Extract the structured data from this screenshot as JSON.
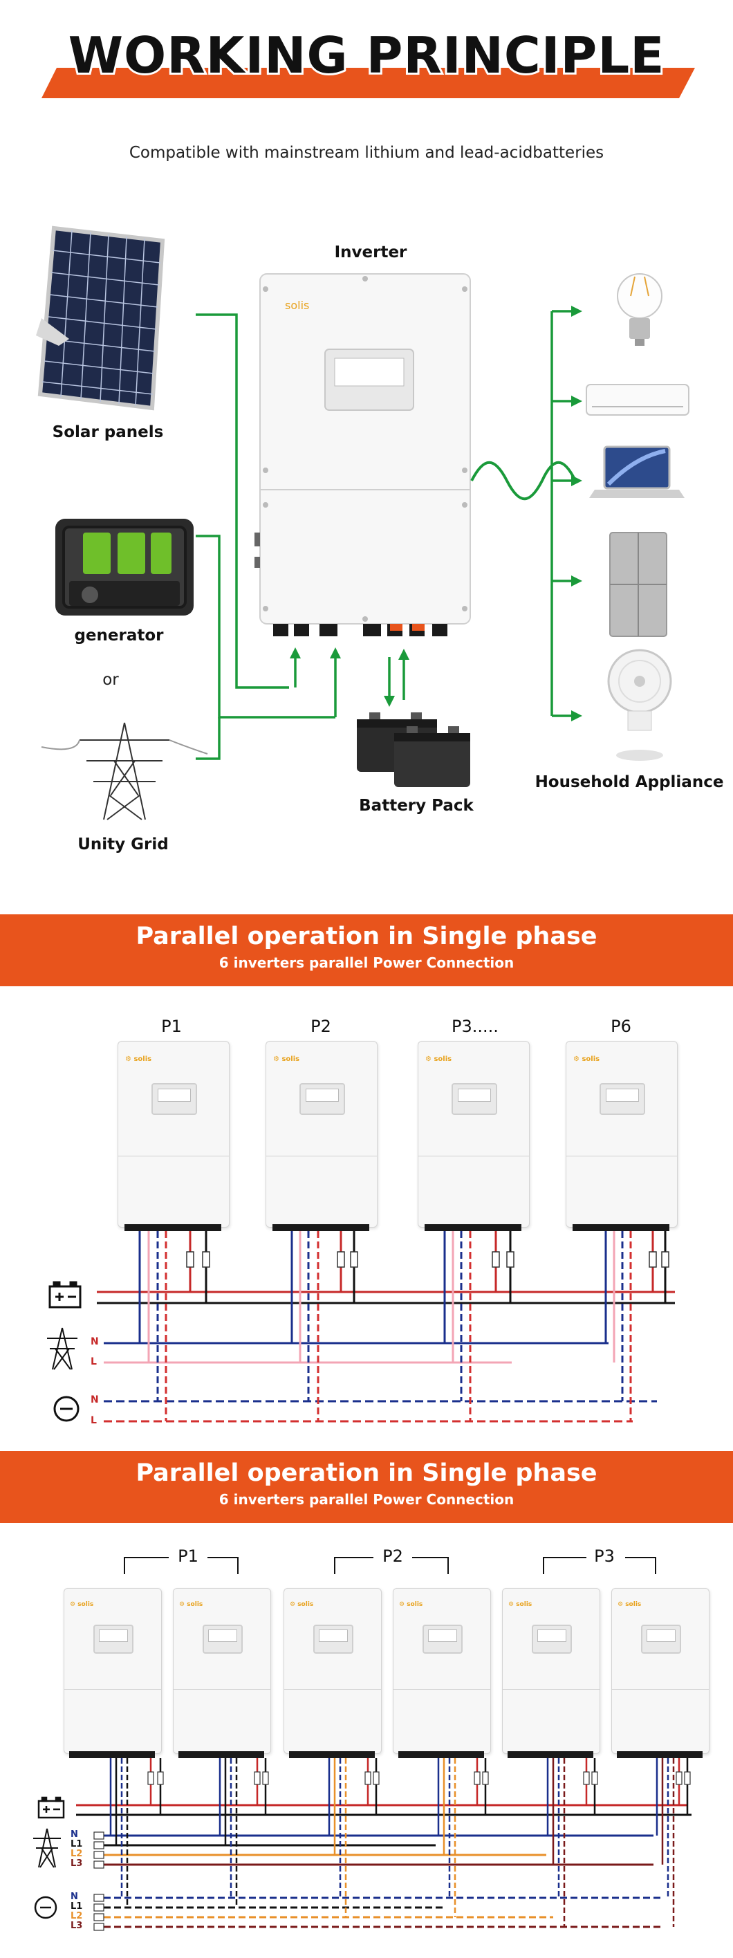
{
  "header": {
    "title": "WORKING PRINCIPLE",
    "subtitle": "Compatible with mainstream lithium and lead-acidbatteries"
  },
  "principle": {
    "inverter_label": "Inverter",
    "inverter_brand": "solis",
    "solar_label": "Solar panels",
    "generator_label": "generator",
    "or_label": "or",
    "grid_label": "Unity Grid",
    "battery_label": "Battery Pack",
    "appliance_label": "Household Appliance",
    "colors": {
      "flow": "#1a9a3a",
      "accent": "#e8541c"
    }
  },
  "section1": {
    "title": "Parallel operation in Single phase",
    "subtitle": "6 inverters parallel Power Connection",
    "units": [
      "P1",
      "P2",
      "P3.....",
      "P6"
    ],
    "wire_labels": {
      "n1": "N",
      "l1": "L",
      "n2": "N",
      "l2": "L"
    }
  },
  "section2": {
    "title": "Parallel operation in Single phase",
    "subtitle": "6 inverters parallel Power Connection",
    "groups": [
      "P1",
      "P2",
      "P3"
    ],
    "grid_wire_labels": [
      "N",
      "L1",
      "L2",
      "L3"
    ],
    "load_wire_labels": [
      "N",
      "L1",
      "L2",
      "L3"
    ]
  }
}
